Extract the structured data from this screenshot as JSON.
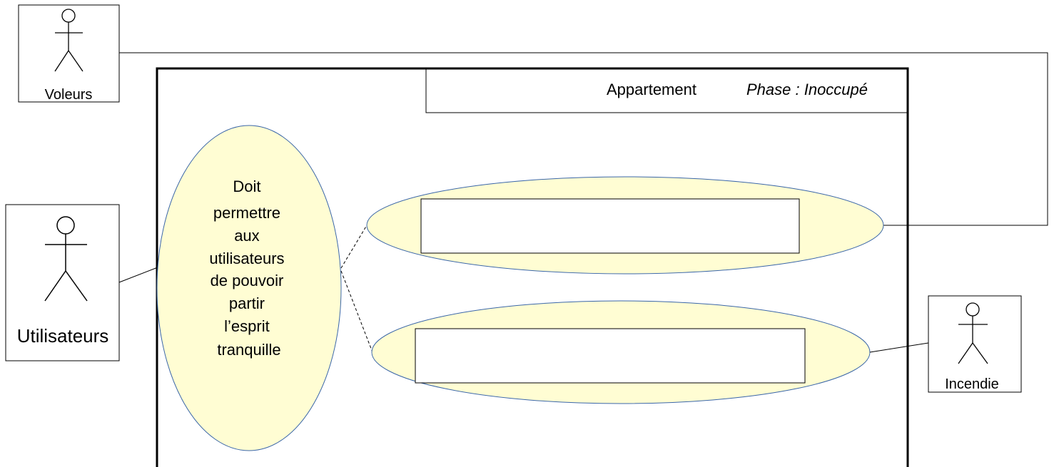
{
  "actors": {
    "voleurs": {
      "label": "Voleurs"
    },
    "utilisateurs": {
      "label": "Utilisateurs"
    },
    "incendie": {
      "label": "Incendie"
    }
  },
  "system": {
    "title": "Appartement",
    "phase": "Phase : Inoccupé"
  },
  "main_use_case": {
    "lines": [
      "Doit",
      "permettre",
      "aux",
      "utilisateurs",
      "de pouvoir",
      "partir",
      "l’esprit",
      "tranquille"
    ]
  },
  "sub_use_cases": [
    {
      "text": ""
    },
    {
      "text": ""
    }
  ],
  "colors": {
    "ellipse_fill": "#fffdd3",
    "ellipse_stroke": "#3a66a8",
    "line": "#000000"
  }
}
